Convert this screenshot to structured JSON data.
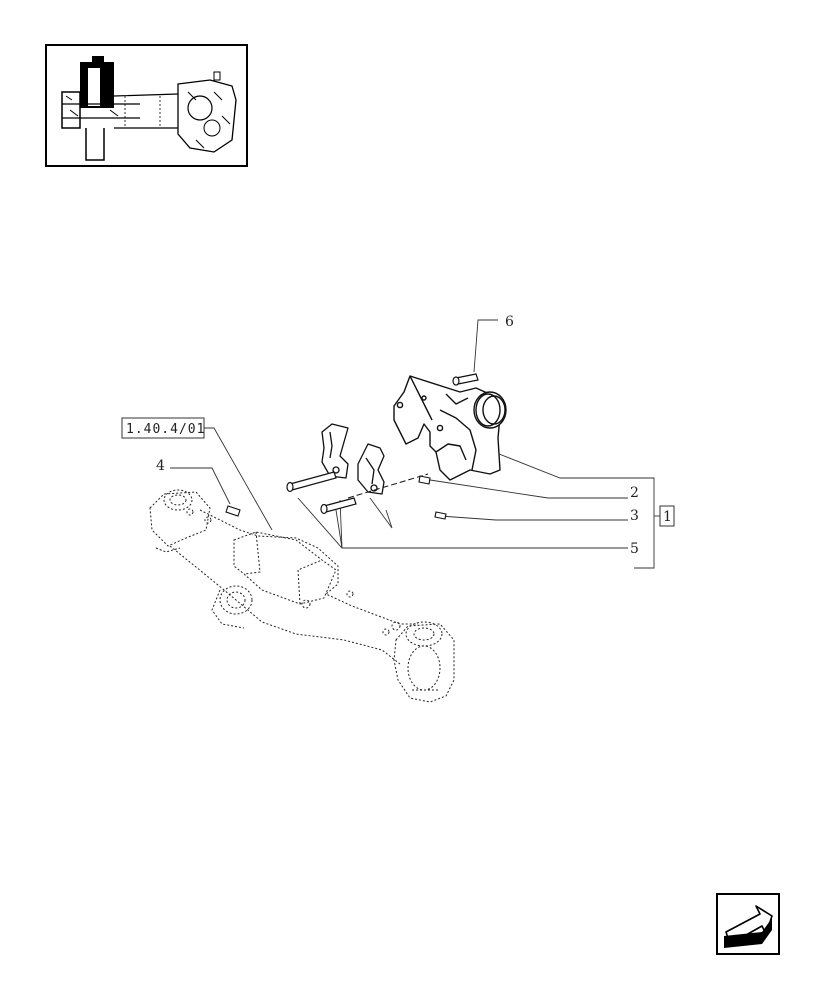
{
  "diagram": {
    "reference_box": "1.40.4/01",
    "assembly_callout": "1",
    "callouts": [
      "2",
      "3",
      "4",
      "5",
      "6"
    ]
  },
  "icons": {
    "thumbnail": "axle-thumbnail-icon",
    "nav": "previous-page-arrow-icon"
  }
}
